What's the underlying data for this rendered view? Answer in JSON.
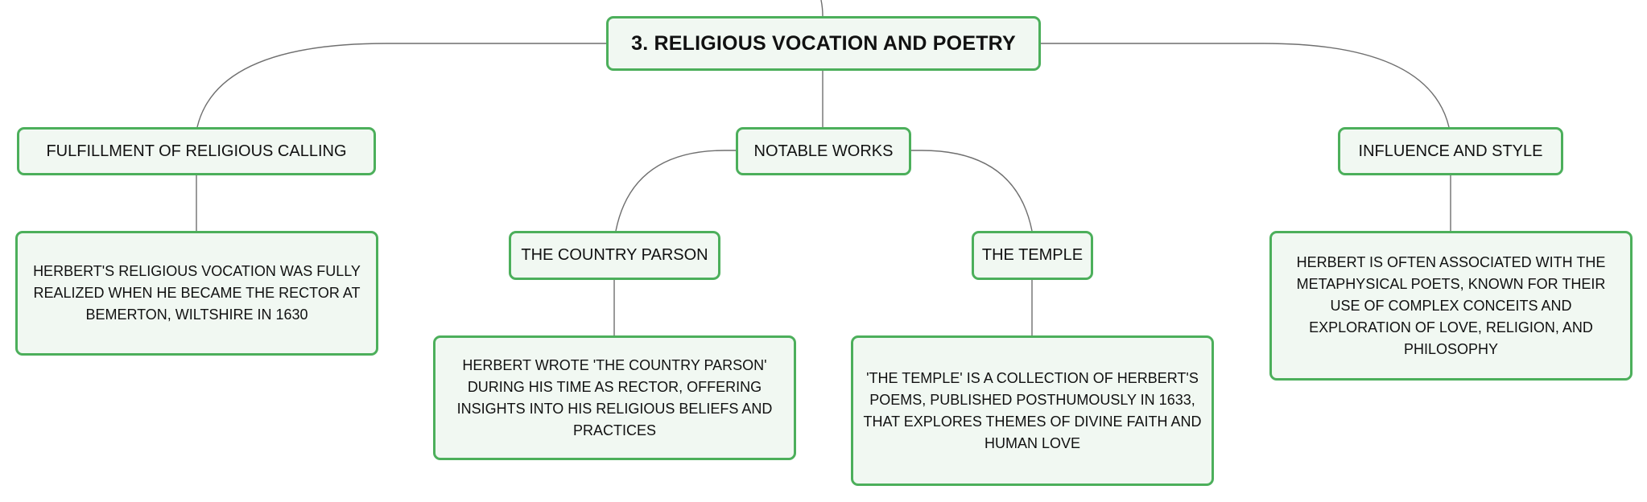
{
  "mindmap": {
    "root": {
      "label": "3. RELIGIOUS VOCATION AND POETRY"
    },
    "branches": {
      "fulfillment": {
        "label": "FULFILLMENT OF RELIGIOUS CALLING",
        "detail": "HERBERT'S RELIGIOUS VOCATION WAS FULLY REALIZED WHEN HE BECAME THE RECTOR AT BEMERTON, WILTSHIRE IN 1630"
      },
      "notable_works": {
        "label": "NOTABLE WORKS",
        "children": {
          "country_parson": {
            "label": "THE COUNTRY PARSON",
            "detail": "HERBERT WROTE 'THE COUNTRY PARSON' DURING HIS TIME AS RECTOR, OFFERING INSIGHTS INTO HIS RELIGIOUS BELIEFS AND PRACTICES"
          },
          "temple": {
            "label": "THE TEMPLE",
            "detail": "'THE TEMPLE' IS A COLLECTION OF HERBERT'S POEMS, PUBLISHED POSTHUMOUSLY IN 1633, THAT EXPLORES THEMES OF DIVINE FAITH AND HUMAN LOVE"
          }
        }
      },
      "influence": {
        "label": "INFLUENCE AND STYLE",
        "detail": "HERBERT IS OFTEN ASSOCIATED WITH THE METAPHYSICAL POETS, KNOWN FOR THEIR USE OF COMPLEX CONCEITS AND EXPLORATION OF LOVE, RELIGION, AND PHILOSOPHY"
      }
    },
    "colors": {
      "node_border": "#4caf5b",
      "node_fill": "#f1f8f2",
      "connector": "#6f6f6f",
      "text": "#111111"
    }
  }
}
